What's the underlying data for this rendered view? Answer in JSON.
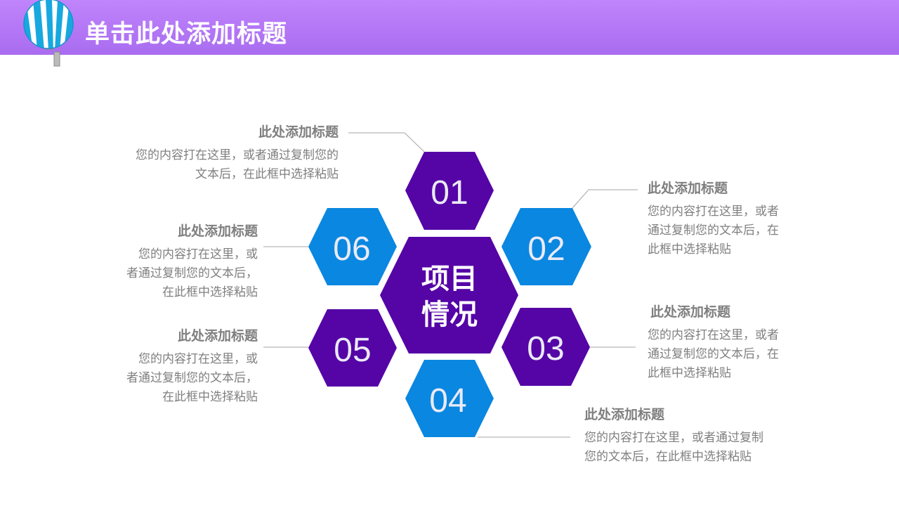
{
  "header": {
    "title": "单击此处添加标题"
  },
  "center": {
    "line1": "项目",
    "line2": "情况"
  },
  "colors": {
    "purple": "#5504a6",
    "blue": "#0a87e0",
    "header": "#b47bfb"
  },
  "items": [
    {
      "num": "01",
      "title": "此处添加标题",
      "body_lines": [
        "您的内容打在这里，或者通过复制您的",
        "文本后，在此框中选择粘贴"
      ]
    },
    {
      "num": "02",
      "title": "此处添加标题",
      "body_lines": [
        "您的内容打在这里，或者",
        "通过复制您的文本后，在",
        "此框中选择粘贴"
      ]
    },
    {
      "num": "03",
      "title": "此处添加标题",
      "body_lines": [
        "您的内容打在这里，或者",
        "通过复制您的文本后，在",
        "此框中选择粘贴"
      ]
    },
    {
      "num": "04",
      "title": "此处添加标题",
      "body_lines": [
        "您的内容打在这里，或者通过复制",
        "您的文本后，在此框中选择粘贴"
      ]
    },
    {
      "num": "05",
      "title": "此处添加标题",
      "body_lines": [
        "您的内容打在这里，或",
        "者通过复制您的文本后，",
        "在此框中选择粘贴"
      ]
    },
    {
      "num": "06",
      "title": "此处添加标题",
      "body_lines": [
        "您的内容打在这里，或",
        "者通过复制您的文本后，",
        "在此框中选择粘贴"
      ]
    }
  ]
}
